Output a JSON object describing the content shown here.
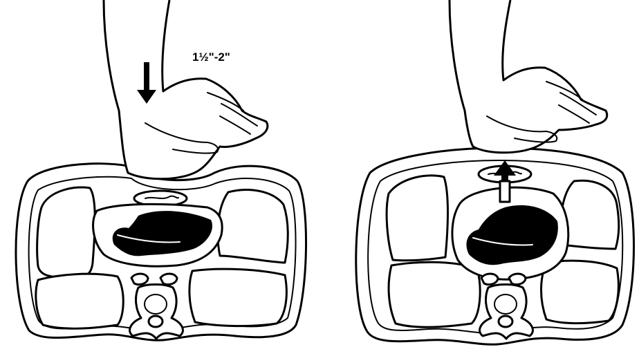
{
  "panels": [
    {
      "phase": "compression",
      "depth_label": "1½\"-2\""
    },
    {
      "phase": "release",
      "depth_label": ""
    }
  ]
}
